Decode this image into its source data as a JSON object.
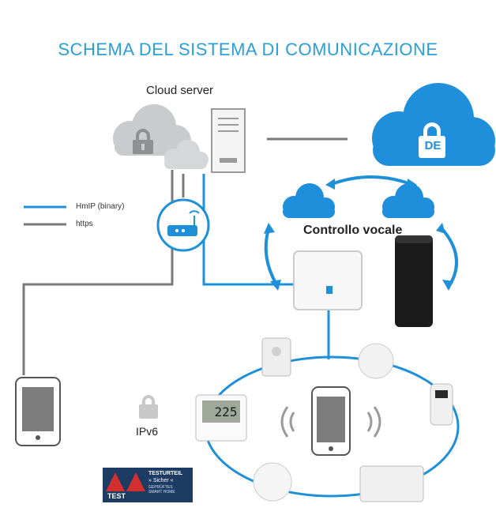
{
  "title": "SCHEMA DEL SISTEMA DI COMUNICAZIONE",
  "labels": {
    "cloud_server": "Cloud server",
    "voice_control": "Controllo vocale",
    "ipv6": "IPv6",
    "cloud_region": "DE",
    "thermostat_display": "225"
  },
  "legend": {
    "hmip": "HmIP (binary)",
    "https": "https"
  },
  "badge": {
    "brand": "TEST",
    "line1": "TESTURTEIL",
    "line2": "» Sicher «",
    "line3": "GEPRÜFTES",
    "line4": "SMART HOME"
  },
  "colors": {
    "title": "#2a9fd6",
    "hmip_line": "#1e90d8",
    "https_line": "#7a7a7a",
    "cloud_blue": "#1f8fdc"
  },
  "icons": [
    "lock-icon",
    "server-icon",
    "router-icon",
    "phone-icon",
    "speaker-icon"
  ]
}
